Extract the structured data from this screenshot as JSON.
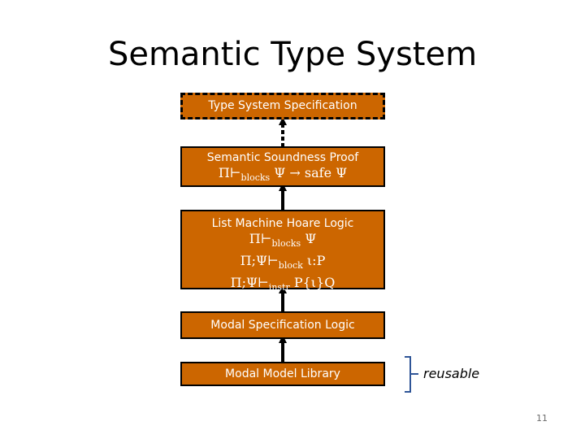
{
  "title": "Semantic Type System",
  "boxes": {
    "spec": {
      "label": "Type System Specification"
    },
    "soundness": {
      "label": "Semantic Soundness Proof",
      "formula": {
        "pi": "Π⊢",
        "sub": "blocks",
        "rest": " Ψ → safe Ψ"
      }
    },
    "hoare": {
      "label": "List Machine Hoare Logic",
      "line1": {
        "pre": "Π⊢",
        "sub": "blocks",
        "post": " Ψ"
      },
      "line2": {
        "pre": "Π;Ψ⊢",
        "sub": "block",
        "post": " ι:P"
      },
      "line3": {
        "pre": "Π;Ψ⊢",
        "sub": "instr",
        "post": " P{ι}Q"
      }
    },
    "modal_logic": {
      "label": "Modal Specification Logic"
    },
    "model_library": {
      "label": "Modal Model Library"
    }
  },
  "reusable_label": "reusable",
  "page_number": "11",
  "colors": {
    "box_fill": "#cc6600",
    "bracket": "#2f5597",
    "page_number": "#6b6b6b"
  }
}
